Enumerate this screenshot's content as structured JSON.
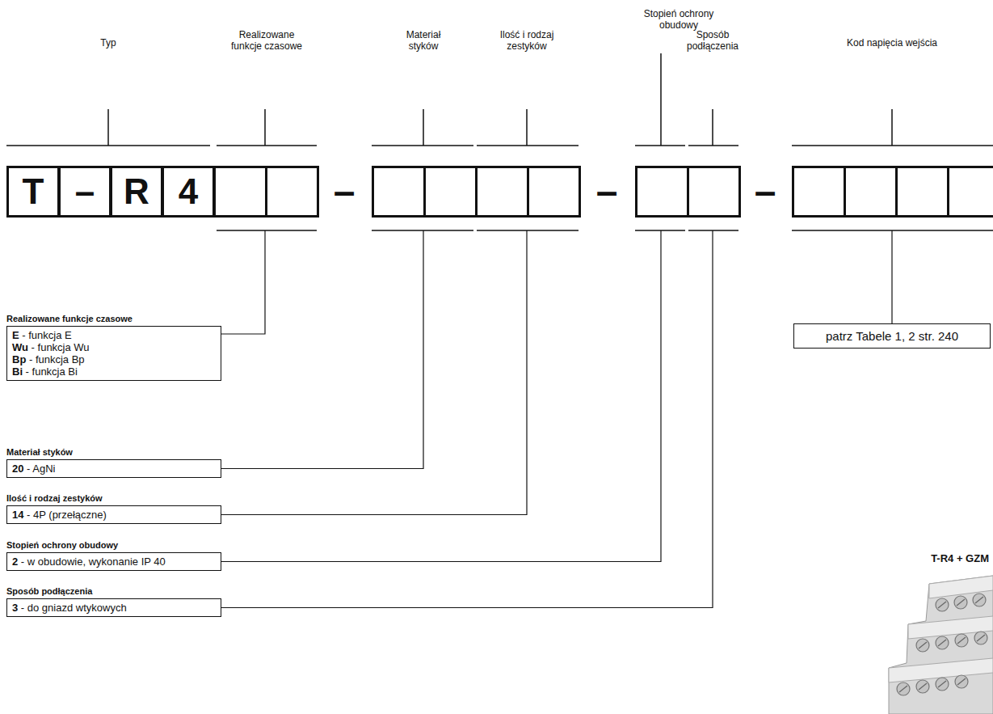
{
  "diagram": {
    "nodes": [
      {
        "text": [
          "T"
        ]
      },
      {
        "text": [
          "–"
        ]
      },
      {
        "text": [
          "R"
        ]
      },
      {
        "text": [
          "4"
        ]
      },
      {
        "text": [
          "Realizowane funkcje czasowe",
          "E - funkcja E",
          "Wu - funkcja Wu",
          "Bp - funkcja Bp",
          "Bi - funkcja Bi"
        ]
      },
      {
        "text": [
          "Materiał styków",
          "20 - AgNi"
        ]
      },
      {
        "text": [
          "Ilość i rodzaj zestyków",
          "14 - 4P (przełączne)"
        ]
      },
      {
        "text": [
          "Stopień ochrony obudowy",
          "2 - w obudowie, wykonanie IP 40"
        ]
      },
      {
        "text": [
          "Sposób podłączenia",
          "3 - do gniazd wtykowych"
        ]
      },
      {
        "text": [
          "patrz Tabele 1, 2 str. 240"
        ]
      }
    ],
    "labels": [
      "Typ",
      "Realizowane funkcje czasowe",
      "Materiał styków",
      "Ilość i rodzaj zestyków",
      "Stopień ochrony obudowy",
      "Sposób podłączenia",
      "Kod napięcia wejścia",
      "–",
      "–",
      "–",
      "T-R4 + GZM"
    ]
  }
}
